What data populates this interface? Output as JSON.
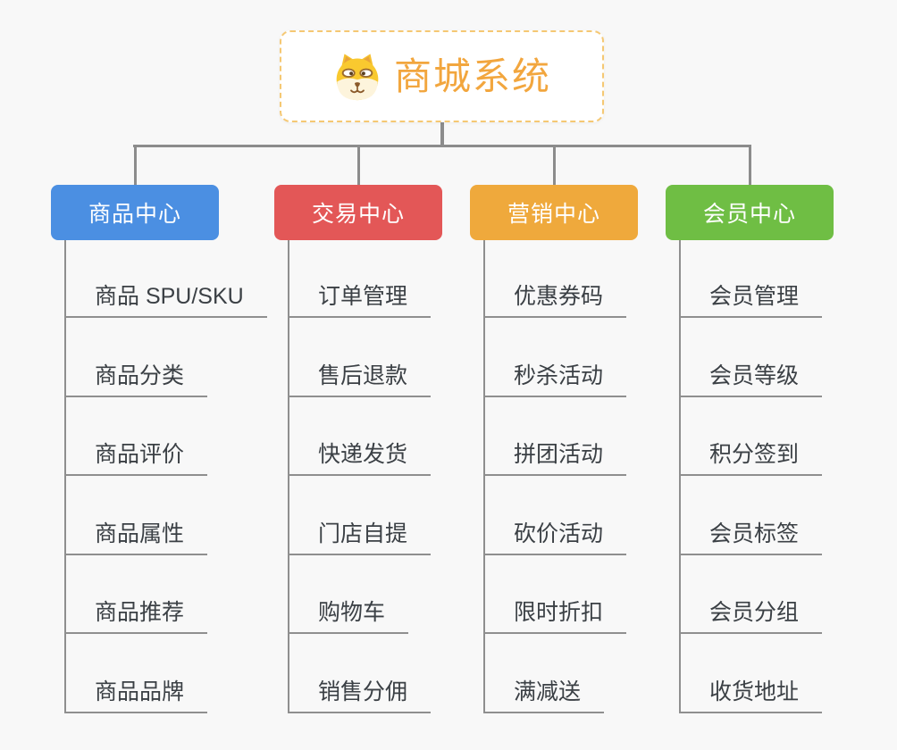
{
  "root": {
    "title": "商城系统",
    "title_color": "#F2A63E",
    "border_color": "#F5C873",
    "icon": "shiba-dog-icon"
  },
  "branches": [
    {
      "id": "product-center",
      "label": "商品中心",
      "color": "#4B8FE2",
      "items": [
        "商品 SPU/SKU",
        "商品分类",
        "商品评价",
        "商品属性",
        "商品推荐",
        "商品品牌"
      ]
    },
    {
      "id": "trade-center",
      "label": "交易中心",
      "color": "#E35757",
      "items": [
        "订单管理",
        "售后退款",
        "快递发货",
        "门店自提",
        "购物车",
        "销售分佣"
      ]
    },
    {
      "id": "marketing-center",
      "label": "营销中心",
      "color": "#EFA93C",
      "items": [
        "优惠券码",
        "秒杀活动",
        "拼团活动",
        "砍价活动",
        "限时折扣",
        "满减送"
      ]
    },
    {
      "id": "member-center",
      "label": "会员中心",
      "color": "#6FBE44",
      "items": [
        "会员管理",
        "会员等级",
        "积分签到",
        "会员标签",
        "会员分组",
        "收货地址"
      ]
    }
  ],
  "style": {
    "connector_color": "#8C8C8C",
    "item_line_color": "#8F8F8F",
    "item_text_color": "#3B4045",
    "background": "#f8f8f8"
  }
}
